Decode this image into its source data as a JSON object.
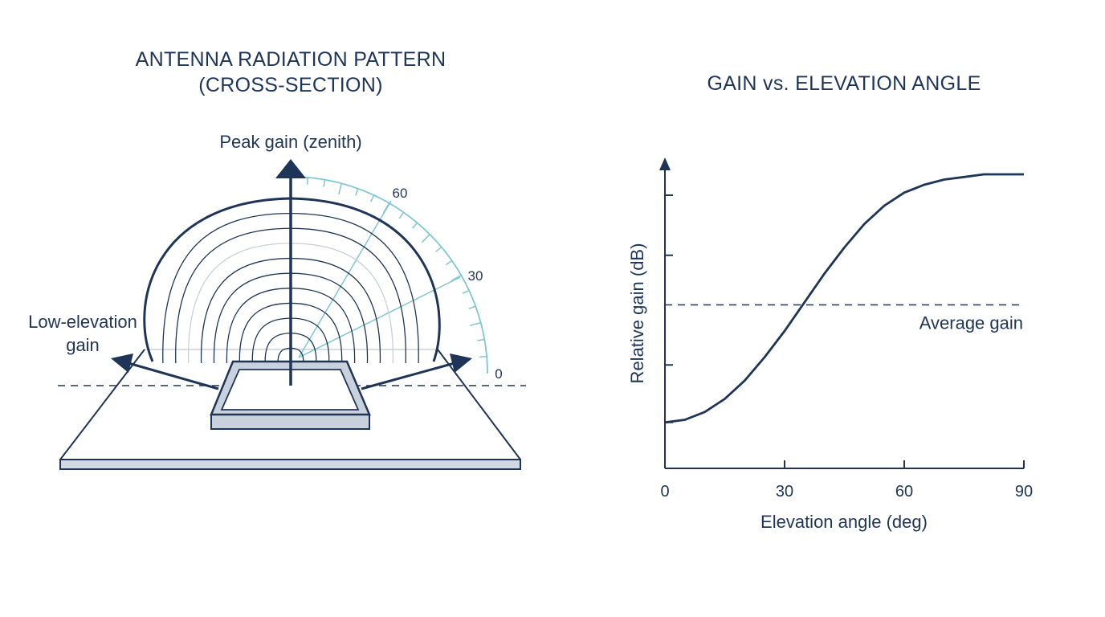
{
  "left_panel": {
    "title_line1": "ANTENNA RADIATION PATTERN",
    "title_line2": "(CROSS-SECTION)",
    "peak_label": "Peak gain (zenith)",
    "low_label_line1": "Low-elevation",
    "low_label_line2": "gain",
    "protractor_ticks": [
      "0",
      "30",
      "60"
    ]
  },
  "right_panel": {
    "title": "GAIN vs. ELEVATION ANGLE",
    "average_label": "Average gain"
  },
  "chart_data": {
    "type": "line",
    "title": "GAIN vs. ELEVATION ANGLE",
    "xlabel": "Elevation angle (deg)",
    "ylabel": "Relative gain (dB)",
    "xlim": [
      0,
      90
    ],
    "xticks": [
      "0",
      "30",
      "60",
      "90"
    ],
    "series": [
      {
        "x": [
          0,
          5,
          10,
          15,
          20,
          25,
          30,
          35,
          40,
          45,
          50,
          55,
          60,
          65,
          70,
          75,
          80,
          85,
          90
        ],
        "y": [
          0.05,
          0.06,
          0.09,
          0.14,
          0.21,
          0.3,
          0.4,
          0.51,
          0.62,
          0.72,
          0.81,
          0.88,
          0.93,
          0.96,
          0.98,
          0.99,
          1.0,
          1.0,
          1.0
        ]
      }
    ],
    "reference_line": {
      "label": "Average gain",
      "y": 0.5
    },
    "grid": false,
    "colors": {
      "line": "#1f3557",
      "accent": "#7fc6d4"
    }
  }
}
